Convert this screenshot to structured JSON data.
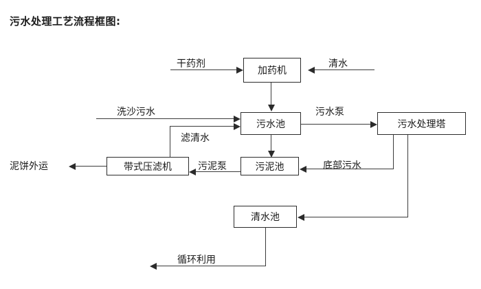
{
  "title": "污水处理工艺流程框图:",
  "nodes": [
    {
      "id": "dosing-machine",
      "label": "加药机"
    },
    {
      "id": "wastewater-pool",
      "label": "污水池"
    },
    {
      "id": "treatment-tower",
      "label": "污水处理塔"
    },
    {
      "id": "belt-filter-press",
      "label": "带式压滤机"
    },
    {
      "id": "sludge-pool",
      "label": "污泥池"
    },
    {
      "id": "clean-water-pool",
      "label": "清水池"
    }
  ],
  "edge_labels": [
    {
      "id": "dry-chemical",
      "label": "干药剂"
    },
    {
      "id": "clean-water-in",
      "label": "清水"
    },
    {
      "id": "sand-wash-sewage",
      "label": "洗沙污水"
    },
    {
      "id": "filtered-water",
      "label": "滤清水"
    },
    {
      "id": "sewage-pump",
      "label": "污水泵"
    },
    {
      "id": "sludge-pump",
      "label": "污泥泵"
    },
    {
      "id": "bottom-sewage",
      "label": "底部污水"
    },
    {
      "id": "mud-cake-out",
      "label": "泥饼外运"
    },
    {
      "id": "recycle-reuse",
      "label": "循环利用"
    }
  ],
  "colors": {
    "line": "#3a3a3a",
    "box_border": "#2b2b2b",
    "text": "#1a1a1a",
    "background": "#ffffff"
  }
}
